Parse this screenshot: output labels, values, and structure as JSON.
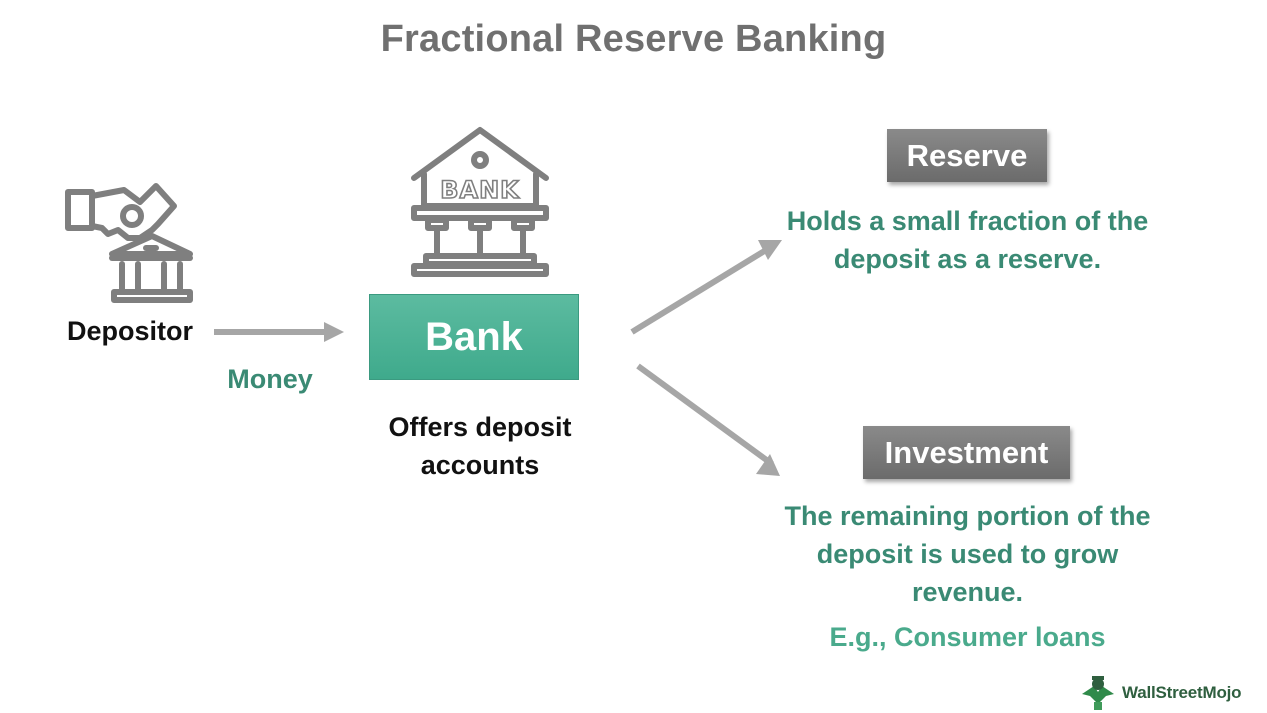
{
  "title": "Fractional Reserve Banking",
  "depositor": {
    "icon": "hand-depositing-money-icon",
    "label": "Depositor"
  },
  "flow": {
    "money_label": "Money"
  },
  "bank": {
    "icon": "bank-building-icon",
    "icon_text": "BANK",
    "label": "Bank",
    "description": "Offers deposit accounts"
  },
  "reserve": {
    "label": "Reserve",
    "description": "Holds a small fraction of the deposit as a reserve."
  },
  "investment": {
    "label": "Investment",
    "description": "The remaining portion of the deposit is used to grow revenue.",
    "example": "E.g., Consumer loans"
  },
  "brand": {
    "name": "WallStreetMojo",
    "icon": "wallstreetmojo-logo-icon"
  },
  "colors": {
    "title": "#707070",
    "green_text": "#3a8a74",
    "bank_box": "#4fb396",
    "tag_box": "#7a7a7a",
    "arrow": "#a6a6a6",
    "icon_stroke": "#7f7f7f"
  }
}
